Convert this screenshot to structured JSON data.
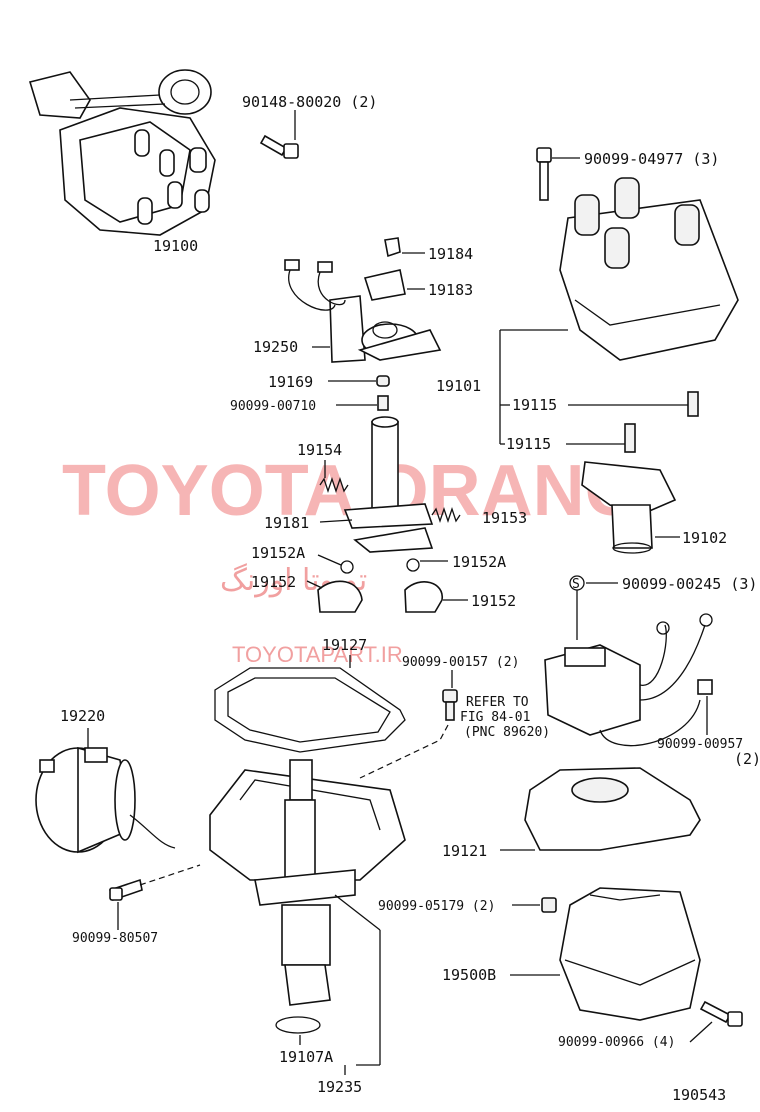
{
  "watermark": {
    "main": "TOYOTA ORANG",
    "site": "TOYOTAPART.IR",
    "persian": "تویوتا اورنگ"
  },
  "labels": {
    "p19100": "19100",
    "p90148": "90148-80020 (2)",
    "p90099_04977": "90099-04977 (3)",
    "p19184": "19184",
    "p19183": "19183",
    "p19250": "19250",
    "p19169": "19169",
    "p90099_00710": "90099-00710",
    "p19101": "19101",
    "p19115a": "19115",
    "p19115b": "19115",
    "p19154": "19154",
    "p19181": "19181",
    "p19153": "19153",
    "p19102": "19102",
    "p19152A_l": "19152A",
    "p19152A_r": "19152A",
    "p19152_l": "19152",
    "p19152_r": "19152",
    "s_mark": "S",
    "p90099_00245": "90099-00245 (3)",
    "p19127": "19127",
    "p90099_00157": "90099-00157 (2)",
    "refer_line1": "REFER TO",
    "refer_line2": "FIG 84-01",
    "refer_line3": "(PNC 89620)",
    "p19220": "19220",
    "p90099_00957": "90099-00957",
    "p90099_00957_qty": "(2)",
    "p19121": "19121",
    "p90099_05179": "90099-05179 (2)",
    "p90099_80507": "90099-80507",
    "p19500B": "19500B",
    "p90099_00966": "90099-00966 (4)",
    "p19107A": "19107A",
    "p19235": "19235",
    "fig_no": "190543"
  }
}
